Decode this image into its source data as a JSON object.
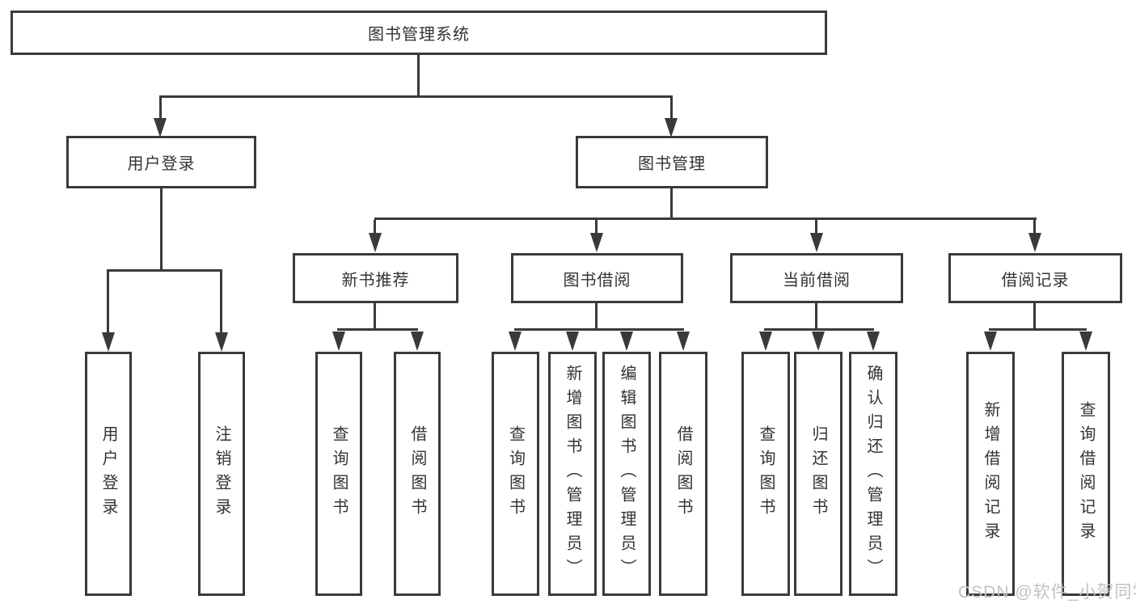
{
  "diagram_type": "hierarchical function-structure chart",
  "colors": {
    "line": "#3a3a3a",
    "box_border": "#3a3a3a",
    "text": "#333333",
    "watermark_text": "#c2c2c2",
    "background": "#ffffff"
  },
  "tree": {
    "label": "图书管理系统",
    "children": [
      {
        "label": "用户登录",
        "children": [
          {
            "label": "用户登录"
          },
          {
            "label": "注销登录"
          }
        ]
      },
      {
        "label": "图书管理",
        "children": [
          {
            "label": "新书推荐",
            "children": [
              {
                "label": "查询图书"
              },
              {
                "label": "借阅图书"
              }
            ]
          },
          {
            "label": "图书借阅",
            "children": [
              {
                "label": "查询图书"
              },
              {
                "label": "新增图书（管理员）"
              },
              {
                "label": "编辑图书（管理员）"
              },
              {
                "label": "借阅图书"
              }
            ]
          },
          {
            "label": "当前借阅",
            "children": [
              {
                "label": "查询图书"
              },
              {
                "label": "归还图书"
              },
              {
                "label": "确认归还（管理员）"
              }
            ]
          },
          {
            "label": "借阅记录",
            "children": [
              {
                "label": "新增借阅记录"
              },
              {
                "label": "查询借阅记录"
              }
            ]
          }
        ]
      }
    ]
  },
  "watermark": {
    "text": "CSDN @软件_小贺同学"
  }
}
